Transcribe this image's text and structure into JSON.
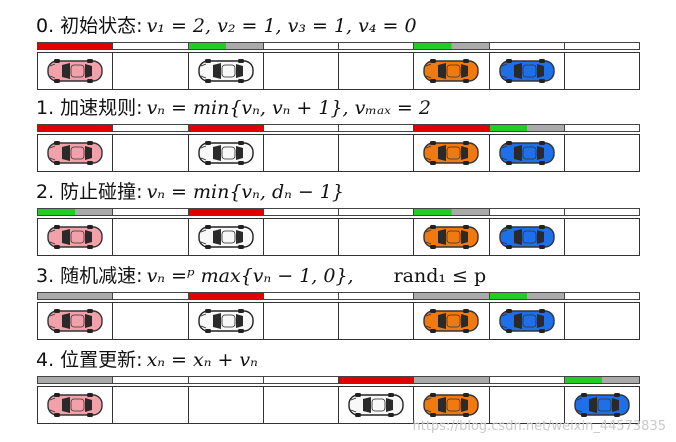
{
  "steps": [
    {
      "prefix": "0. 初始状态:",
      "formula": "v₁ = 2, v₂ = 1, v₃ = 1, v₄ = 0",
      "condition": "",
      "cells": [
        "pink",
        "",
        "white",
        "",
        "",
        "orange",
        "blue",
        ""
      ],
      "speedbar": [
        [
          "red"
        ],
        [],
        [
          [
            "green",
            0.5
          ],
          [
            "gray",
            0.5
          ]
        ],
        [],
        [],
        [
          [
            "green",
            0.5
          ],
          [
            "gray",
            0.5
          ]
        ],
        [],
        []
      ]
    },
    {
      "prefix": "1. 加速规则:",
      "formula": "vₙ = min{vₙ, vₙ + 1},  vₘₐₓ = 2",
      "condition": "",
      "cells": [
        "pink",
        "",
        "white",
        "",
        "",
        "orange",
        "blue",
        ""
      ],
      "speedbar": [
        [
          "red"
        ],
        [],
        [
          "red"
        ],
        [],
        [],
        [
          "red"
        ],
        [
          [
            "green",
            0.5
          ],
          [
            "gray",
            0.5
          ]
        ],
        []
      ]
    },
    {
      "prefix": "2. 防止碰撞:",
      "formula": "vₙ = min{vₙ, dₙ − 1}",
      "condition": "",
      "cells": [
        "pink",
        "",
        "white",
        "",
        "",
        "orange",
        "blue",
        ""
      ],
      "speedbar": [
        [
          [
            "green",
            0.5
          ],
          [
            "gray",
            0.5
          ]
        ],
        [],
        [
          "red"
        ],
        [],
        [],
        [
          [
            "green",
            0.5
          ],
          [
            "gray",
            0.5
          ]
        ],
        [],
        []
      ]
    },
    {
      "prefix": "3. 随机减速:",
      "formula": "vₙ =ᵖ max{vₙ − 1, 0},",
      "condition": "rand₁ ≤ p",
      "cells": [
        "pink",
        "",
        "white",
        "",
        "",
        "orange",
        "blue",
        ""
      ],
      "speedbar": [
        [
          "gray"
        ],
        [],
        [
          "red"
        ],
        [],
        [],
        [
          "gray"
        ],
        [
          [
            "green",
            0.5
          ],
          [
            "gray",
            0.5
          ]
        ],
        []
      ]
    },
    {
      "prefix": "4. 位置更新:",
      "formula": "xₙ = xₙ + vₙ",
      "condition": "",
      "cells": [
        "pink",
        "",
        "",
        "",
        "white",
        "orange",
        "",
        "blue"
      ],
      "speedbar": [
        [
          "gray"
        ],
        [],
        [],
        [],
        [
          "red"
        ],
        [
          "gray"
        ],
        [],
        [
          [
            "green",
            0.5
          ],
          [
            "gray",
            0.5
          ]
        ]
      ]
    }
  ],
  "colors": {
    "red": "#e00000",
    "green": "#22cc22",
    "gray": "#aaaaaa",
    "pink": "#f2a0aa",
    "white": "#f8f8f8",
    "orange": "#f07a10",
    "blue": "#1e6fe8"
  },
  "watermark": "https://blog.csdn.net/weixin_44573835"
}
